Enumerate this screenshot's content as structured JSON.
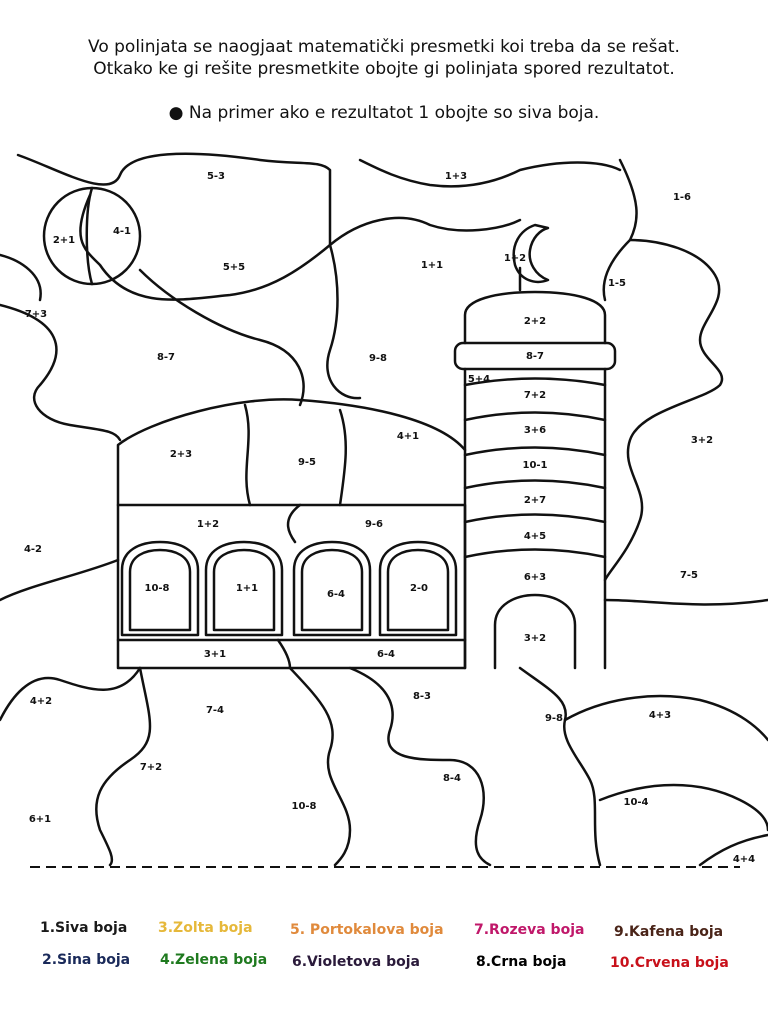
{
  "instructions": {
    "line1": "Vo polinjata se naogjaat matematički presmetki koi treba da se rešat.",
    "line2": "Otkako ke gi rešite presmetkite obojte gi polinjata spored rezultatot.",
    "line3": "● Na primer ako e rezultatot 1 obojte so siva boja."
  },
  "expressions": {
    "e01": "5-3",
    "e02": "1+3",
    "e03": "1-6",
    "e04": "2+1",
    "e05": "4-1",
    "e06": "5+5",
    "e07": "1+1",
    "e08": "1+2",
    "e09": "1-5",
    "e10": "7+3",
    "e11": "2+2",
    "e12": "8-7",
    "e13": "9-8",
    "e14": "8-7",
    "e15": "5+4",
    "e16": "7+2",
    "e17": "4+1",
    "e18": "3+6",
    "e19": "3+2",
    "e20": "2+3",
    "e21": "9-5",
    "e22": "10-1",
    "e23": "2+7",
    "e24": "1+2",
    "e25": "9-6",
    "e26": "4+5",
    "e27": "4-2",
    "e28": "6+3",
    "e29": "7-5",
    "e30": "10-8",
    "e31": "1+1",
    "e32": "6-4",
    "e33": "2-0",
    "e34": "3+2",
    "e35": "3+1",
    "e36": "6-4",
    "e37": "4+2",
    "e38": "8-3",
    "e39": "7-4",
    "e40": "9-8",
    "e41": "4+3",
    "e42": "7+2",
    "e43": "8-4",
    "e44": "6+1",
    "e45": "10-8",
    "e46": "10-4",
    "e47": "4+4"
  },
  "legend": [
    {
      "label": "1.Siva boja",
      "color": "#1a1a1a"
    },
    {
      "label": "3.Zolta boja",
      "color": "#e6b83a"
    },
    {
      "label": "5. Portokalova boja",
      "color": "#e08a3c"
    },
    {
      "label": "7.Rozeva boja",
      "color": "#c0186a"
    },
    {
      "label": "9.Kafena boja",
      "color": "#4a2418"
    },
    {
      "label": "2.Sina boja",
      "color": "#1a2a5a"
    },
    {
      "label": "4.Zelena boja",
      "color": "#1f7a1f"
    },
    {
      "label": "6.Violetova boja",
      "color": "#2a1a3a"
    },
    {
      "label": "8.Crna boja",
      "color": "#000000"
    },
    {
      "label": "10.Crvena boja",
      "color": "#c8101a"
    }
  ]
}
